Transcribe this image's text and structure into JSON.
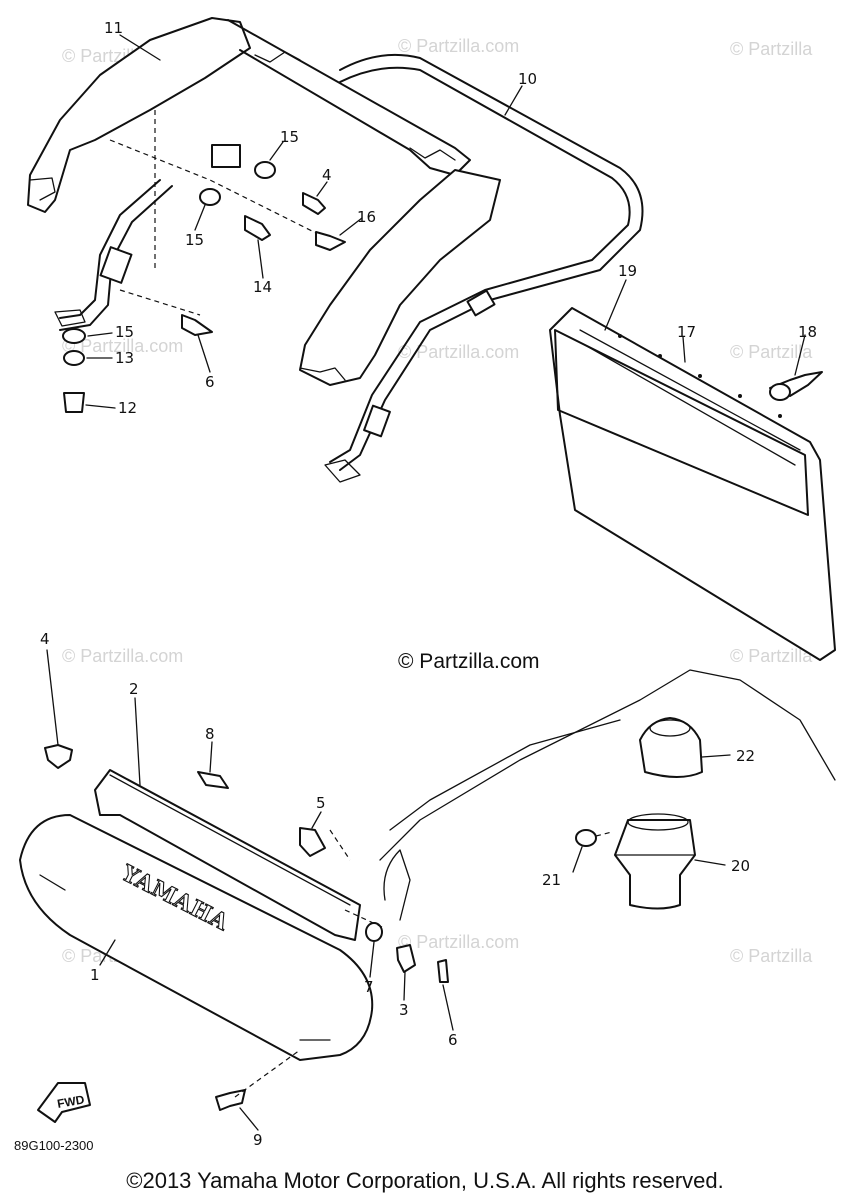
{
  "diagram": {
    "callouts": [
      "11",
      "10",
      "15",
      "4",
      "15",
      "14",
      "16",
      "6",
      "15",
      "13",
      "12",
      "19",
      "17",
      "18",
      "4",
      "2",
      "8",
      "5",
      "1",
      "7",
      "3",
      "6",
      "22",
      "20",
      "21",
      "9"
    ],
    "watermark_text": "© Partzilla",
    "watermark_com_text": "© Partzilla.com",
    "center_watermark": "© Partzilla.com",
    "brand_text": "YAMAHA",
    "fwd_label": "FWD",
    "drawing_code": "89G100-2300",
    "copyright": "©2013 Yamaha Motor Corporation, U.S.A. All rights reserved."
  }
}
